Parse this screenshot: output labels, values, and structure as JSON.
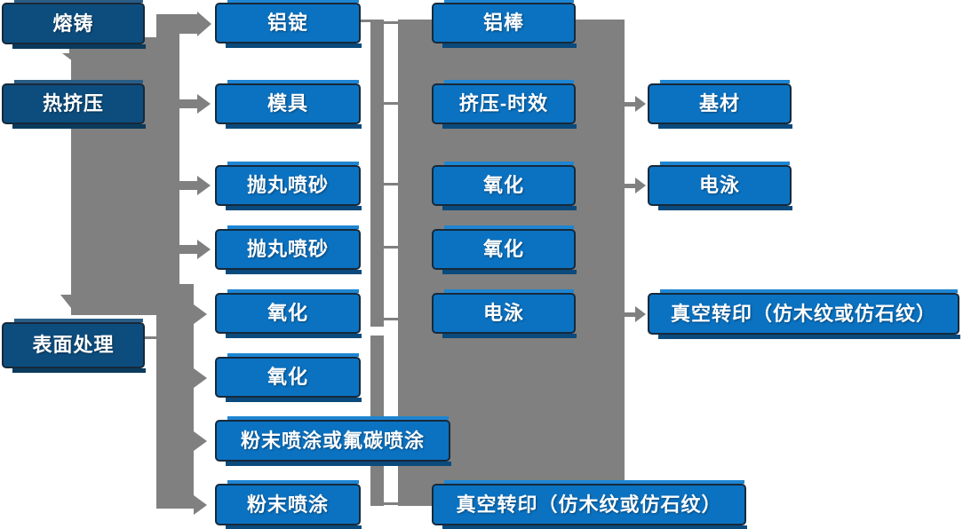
{
  "diagram": {
    "kind": "process-flow",
    "colors": {
      "node_fill": "#0b72c1",
      "stage_node_fill": "#0d4d7e",
      "node_border": "#17293a",
      "connector_gray": "#808080",
      "text": "#ffffff"
    },
    "nodes": {
      "melt_cast": {
        "label": "熔铸"
      },
      "hot_extrusion": {
        "label": "热挤压"
      },
      "surface_treatment": {
        "label": "表面处理"
      },
      "aluminum_ingot": {
        "label": "铝锭"
      },
      "mold": {
        "label": "模具"
      },
      "shot_blasting_1": {
        "label": "抛丸喷砂"
      },
      "shot_blasting_2": {
        "label": "抛丸喷砂"
      },
      "oxidation_1": {
        "label": "氧化"
      },
      "oxidation_2": {
        "label": "氧化"
      },
      "powder_or_fluorocarbon_coating": {
        "label": "粉末喷涂或氟碳喷涂"
      },
      "powder_coating": {
        "label": "粉末喷涂"
      },
      "aluminum_rod": {
        "label": "铝棒"
      },
      "extrusion_aging": {
        "label": "挤压-时效"
      },
      "oxidation_3": {
        "label": "氧化"
      },
      "oxidation_4": {
        "label": "氧化"
      },
      "electrophoresis_1": {
        "label": "电泳"
      },
      "vacuum_transfer_1": {
        "label": "真空转印（仿木纹或仿石纹）"
      },
      "substrate": {
        "label": "基材"
      },
      "electrophoresis_2": {
        "label": "电泳"
      },
      "vacuum_transfer_2": {
        "label": "真空转印（仿木纹或仿石纹）"
      }
    }
  }
}
